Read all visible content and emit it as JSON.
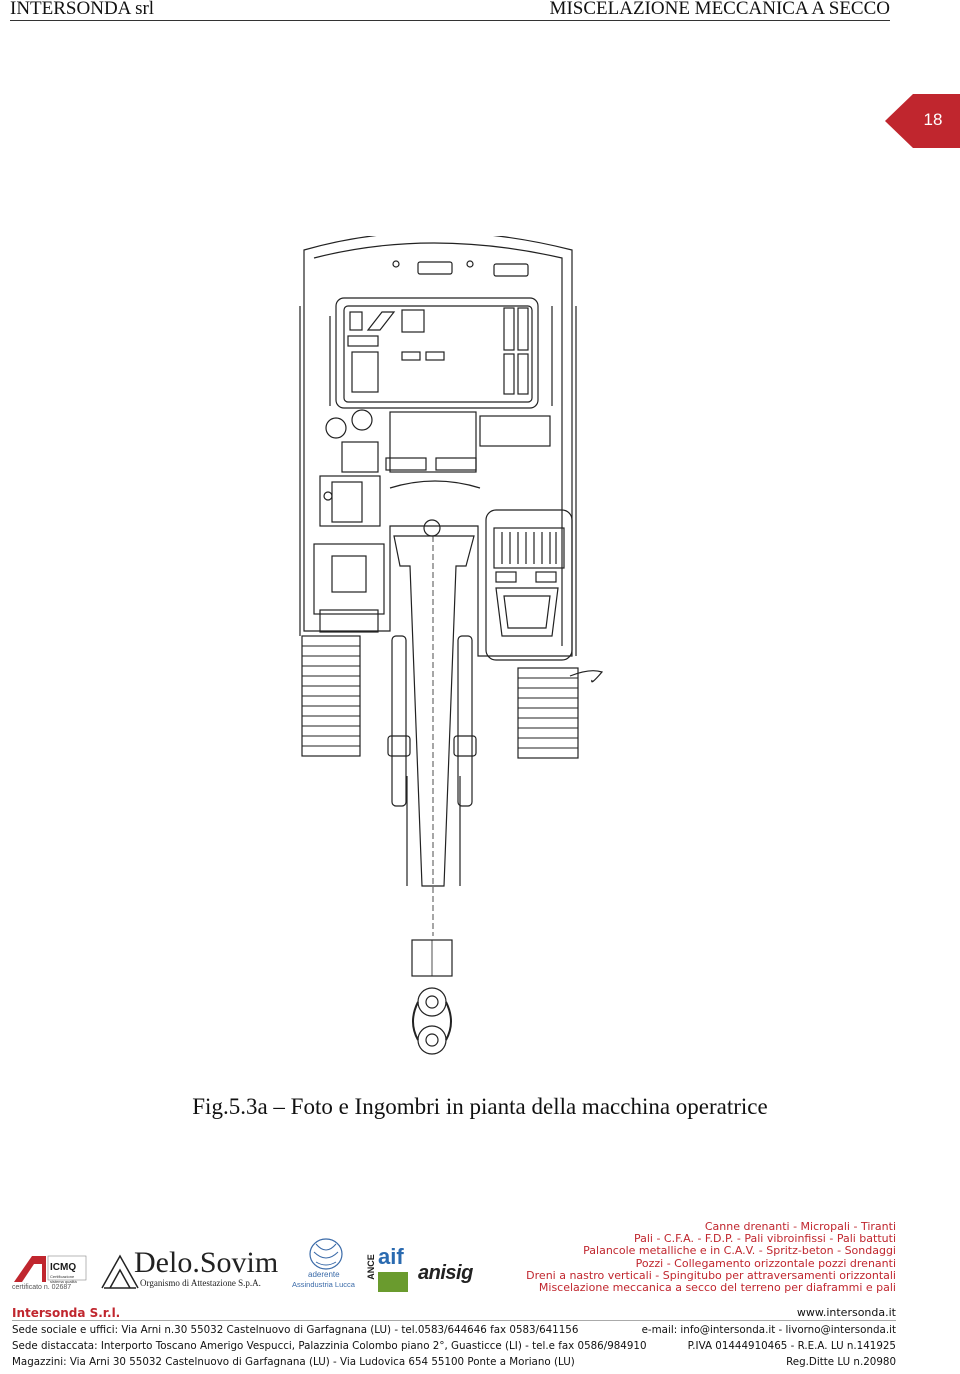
{
  "header": {
    "left": "INTERSONDA srl",
    "right": "MISCELAZIONE MECCANICA A SECCO"
  },
  "page_number": "18",
  "caption": "Fig.5.3a – Foto e Ingombri in pianta della macchina operatrice",
  "logos": {
    "icmq": "ICMQ",
    "icmq_sub": "Certificazione sistema qualità",
    "certificate": "certificato n. 02687",
    "delosovim": "Delo.Sovim",
    "delosovim_sub": "Organismo di Attestazione S.p.A.",
    "assindustria_1": "aderente",
    "assindustria_2": "Assindustria Lucca",
    "ance": "ANCE",
    "aif": "aif",
    "anisig": "anisig"
  },
  "services": [
    "Canne drenanti -  Micropali - Tiranti",
    "Pali -  C.F.A. -  F.D.P. -  Pali vibroinfissi -  Pali battuti",
    "Palancole metalliche e in C.A.V. -  Spritz-beton - Sondaggi",
    "Pozzi - Collegamento orizzontale pozzi drenanti",
    "Dreni a nastro verticali - Spingitubo per attraversamenti orizzontali",
    "Miscelazione meccanica a secco del terreno per diaframmi e pali"
  ],
  "footer": {
    "company": "Intersonda S.r.l.",
    "website": "www.intersonda.it",
    "rows": [
      {
        "left": "Sede sociale e uffici: Via Arni n.30 55032 Castelnuovo di Garfagnana (LU) - tel.0583/644646 fax 0583/641156",
        "right": "e-mail: info@intersonda.it - livorno@intersonda.it"
      },
      {
        "left": "Sede distaccata: Interporto Toscano Amerigo Vespucci, Palazzinia Colombo piano 2°, Guasticce (LI) - tel.e fax 0586/984910",
        "right": "P.IVA 01444910465 - R.E.A. LU n.141925"
      },
      {
        "left": "Magazzini: Via Arni 30 55032 Castelnuovo di Garfagnana (LU) - Via Ludovica 654 55100 Ponte a Moriano (LU)",
        "right": "Reg.Ditte LU n.20980"
      }
    ]
  },
  "colors": {
    "accent_red": "#c0262e",
    "line": "#222222"
  }
}
